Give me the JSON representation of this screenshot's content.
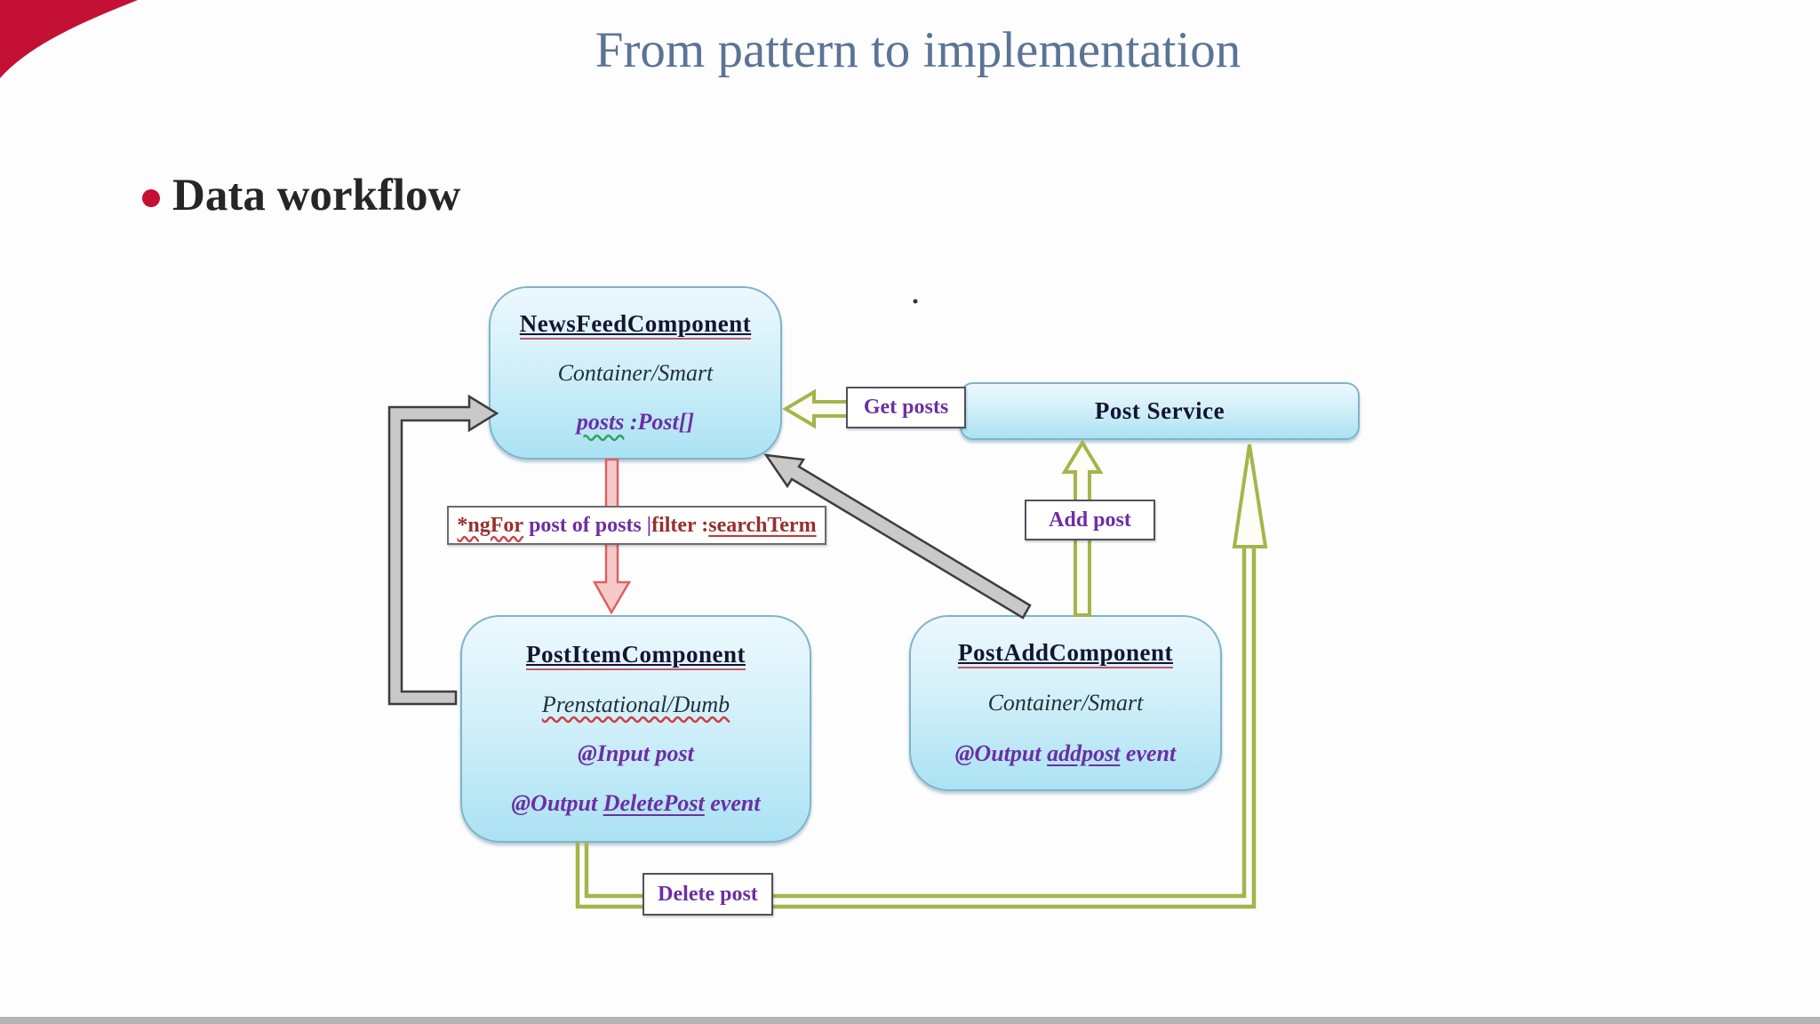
{
  "slide": {
    "title": "From pattern to implementation",
    "bullet_label": "Data workflow"
  },
  "colors": {
    "accent_red": "#c41034",
    "title_blue": "#5b7495",
    "node_fill_top": "#ecf8fd",
    "node_fill_bottom": "#abe2f4",
    "node_border": "#7fb4c9",
    "text_purple": "#6c2fa4",
    "text_maroon": "#982f2f",
    "olive_arrow": "#a4b54a",
    "gray_arrow_fill": "#c9c9c9",
    "pink_arrow_fill": "#f7caca",
    "pink_arrow_stroke": "#df6060"
  },
  "diagram": {
    "news_feed": {
      "title": "NewsFeedComponent",
      "line2": "Container/Smart",
      "line3_term": "posts",
      "line3_rest": " :Post[]"
    },
    "post_service": {
      "title": "Post Service"
    },
    "post_item": {
      "title": "PostItemComponent",
      "line2": "Prenstational/Dumb",
      "line3": "@Input post",
      "line4_pre": "@Output ",
      "line4_term": "DeletePost",
      "line4_post": " event"
    },
    "post_add": {
      "title": "PostAddComponent",
      "line2": "Container/Smart",
      "line3_pre": "@Output ",
      "line3_term": "addpost",
      "line3_post": " event"
    },
    "labels": {
      "get_posts": "Get posts",
      "add_post": "Add post",
      "delete_post": "Delete post"
    },
    "filter": {
      "ngfor": "*ngFor",
      "middle": " post of posts ",
      "pipe": "| ",
      "filter_word": "filter :",
      "term": "searchTerm"
    }
  }
}
